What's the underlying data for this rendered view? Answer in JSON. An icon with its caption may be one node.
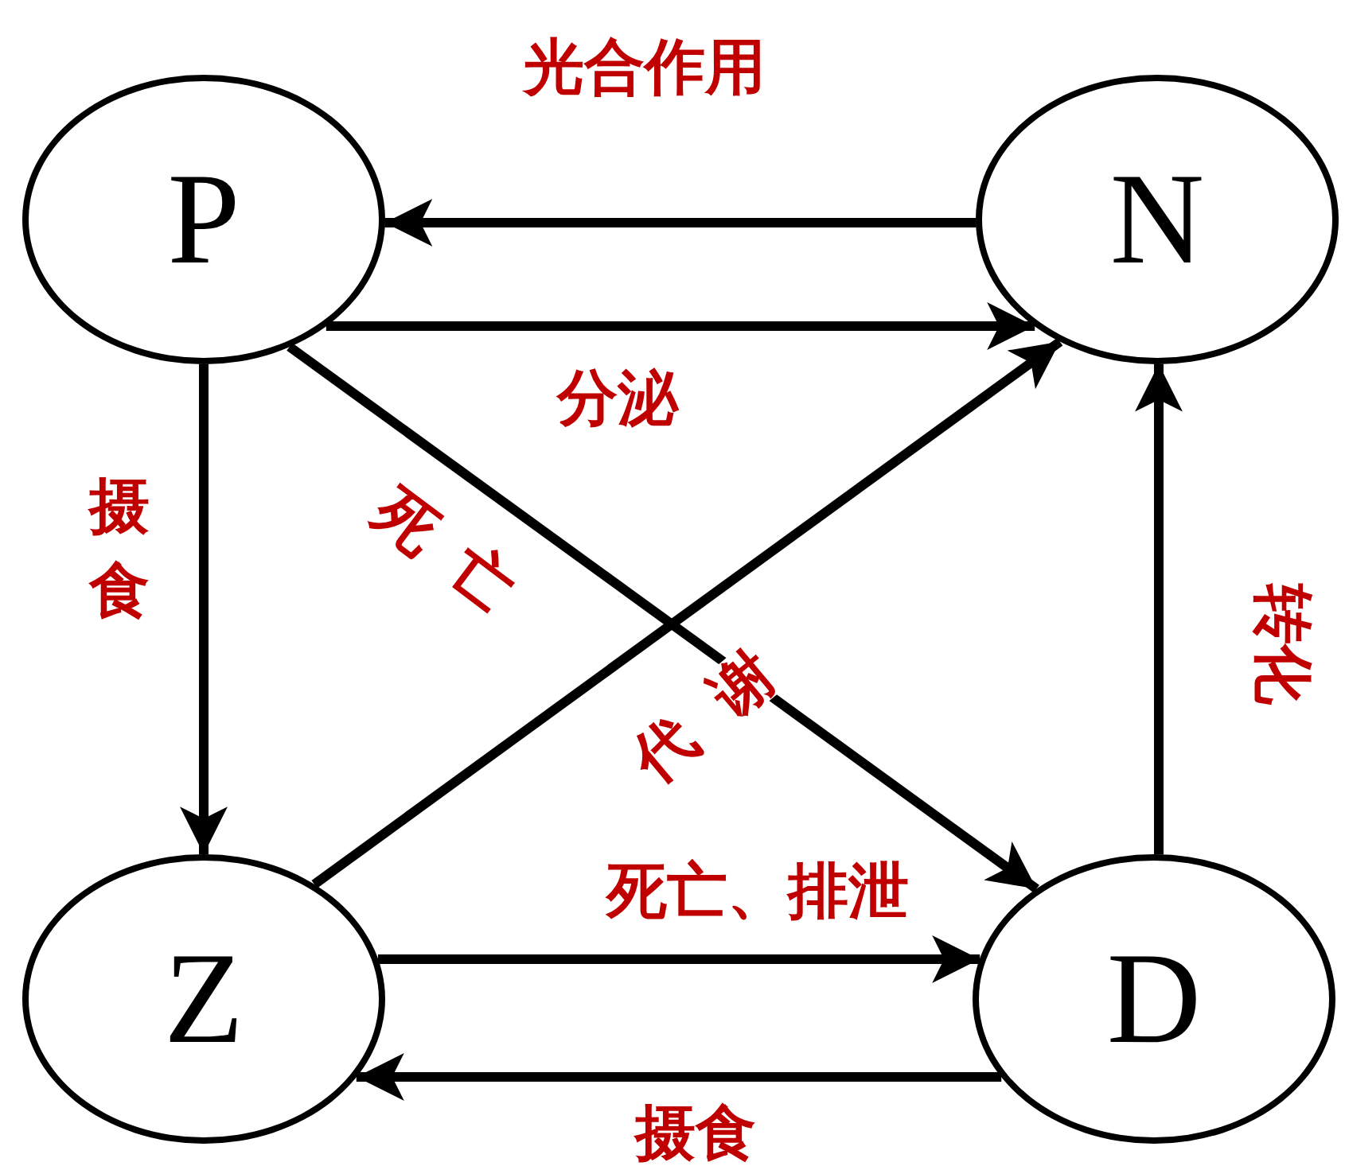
{
  "diagram": {
    "nodes": [
      {
        "text": [
          "P"
        ]
      },
      {
        "text": [
          "N"
        ]
      },
      {
        "text": [
          "Z"
        ]
      },
      {
        "text": [
          "D"
        ]
      }
    ],
    "edges": [
      {
        "from": 1,
        "to": 0,
        "arrow": "to",
        "label": "光合作用"
      },
      {
        "from": 0,
        "to": 1,
        "arrow": "to",
        "label": "分泌"
      },
      {
        "from": 0,
        "to": 2,
        "arrow": "to",
        "label": "摄食"
      },
      {
        "from": 0,
        "to": 3,
        "arrow": "to",
        "label": "死亡"
      },
      {
        "from": 2,
        "to": 1,
        "arrow": "to",
        "label": "代谢"
      },
      {
        "from": 2,
        "to": 3,
        "arrow": "to",
        "label": "死亡、排泄"
      },
      {
        "from": 3,
        "to": 2,
        "arrow": "to",
        "label": "摄食"
      },
      {
        "from": 3,
        "to": 1,
        "arrow": "to",
        "label": "转化"
      }
    ]
  }
}
